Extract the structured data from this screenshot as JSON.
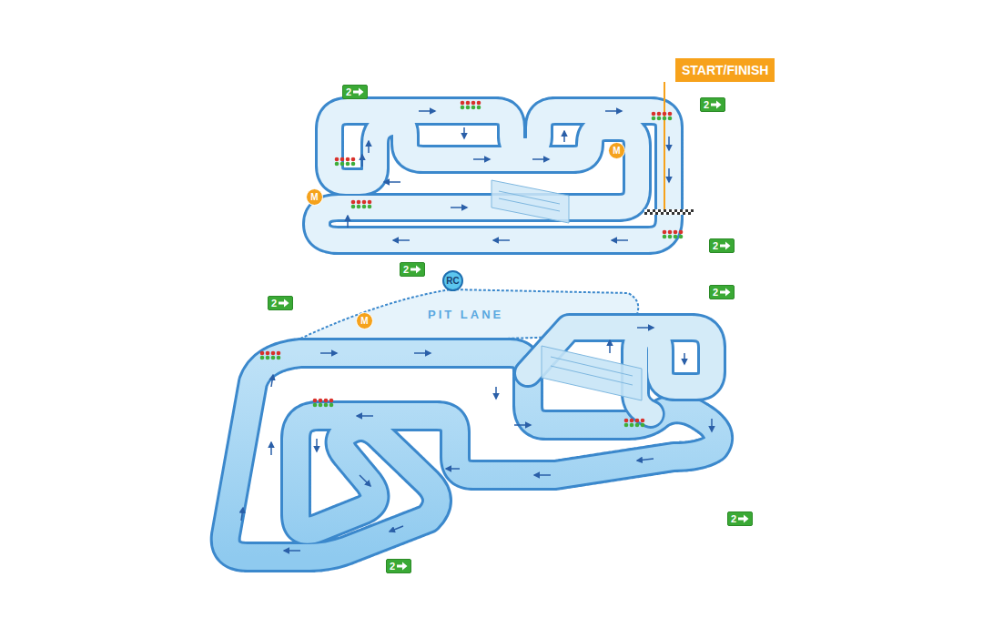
{
  "diagram": {
    "nodes": [
      {
        "text": [
          "2"
        ]
      },
      {
        "text": [
          "START/FINISH"
        ]
      },
      {
        "text": [
          "2"
        ]
      },
      {
        "text": [
          "M"
        ]
      },
      {
        "text": [
          "M"
        ]
      },
      {
        "text": [
          "2"
        ]
      },
      {
        "text": [
          "2"
        ]
      },
      {
        "text": [
          "RC"
        ]
      },
      {
        "text": [
          "2"
        ]
      },
      {
        "text": [
          "2"
        ]
      },
      {
        "text": [
          "M"
        ]
      },
      {
        "text": [
          "2"
        ]
      },
      {
        "text": [
          "2"
        ]
      }
    ],
    "labels": [
      "PIT LANE"
    ]
  }
}
